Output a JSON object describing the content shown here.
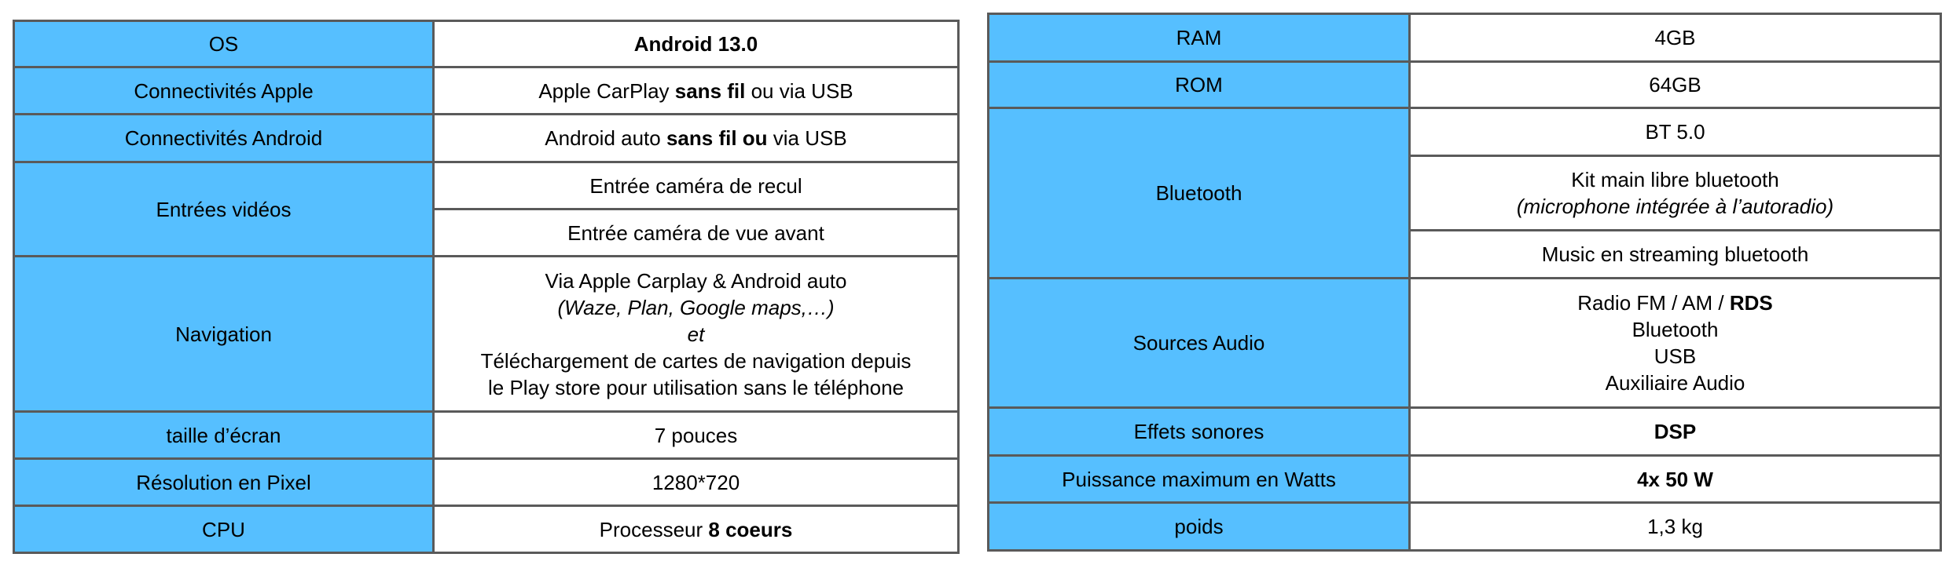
{
  "colors": {
    "label_bg": "#56bfff",
    "border": "#5a5a5a"
  },
  "left_table": [
    {
      "label": "OS",
      "cells": [
        [
          [
            {
              "t": "Android 13.0",
              "s": "b"
            }
          ]
        ]
      ]
    },
    {
      "label": "Connectivités Apple",
      "cells": [
        [
          [
            {
              "t": "Apple CarPlay "
            },
            {
              "t": "sans fil",
              "s": "b"
            },
            {
              "t": " ou via USB"
            }
          ]
        ]
      ]
    },
    {
      "label": "Connectivités Android",
      "cells": [
        [
          [
            {
              "t": "Android auto "
            },
            {
              "t": "sans fil ou",
              "s": "b"
            },
            {
              "t": " via USB"
            }
          ]
        ]
      ]
    },
    {
      "label": "Entrées vidéos",
      "cells": [
        [
          [
            {
              "t": "Entrée caméra de recul"
            }
          ]
        ],
        [
          [
            {
              "t": "Entrée caméra de vue avant"
            }
          ]
        ]
      ]
    },
    {
      "label": "Navigation",
      "cells": [
        [
          [
            {
              "t": "Via Apple Carplay & Android auto"
            }
          ],
          [
            {
              "t": "(Waze, Plan, Google maps,…)",
              "s": "i"
            }
          ],
          [
            {
              "t": "et",
              "s": "i"
            }
          ],
          [
            {
              "t": "Téléchargement de cartes de navigation depuis"
            }
          ],
          [
            {
              "t": "le Play store pour utilisation sans le téléphone"
            }
          ]
        ]
      ]
    },
    {
      "label": "taille d’écran",
      "cells": [
        [
          [
            {
              "t": "7 pouces"
            }
          ]
        ]
      ]
    },
    {
      "label": "Résolution en Pixel",
      "cells": [
        [
          [
            {
              "t": "1280*720"
            }
          ]
        ]
      ]
    },
    {
      "label": "CPU",
      "cells": [
        [
          [
            {
              "t": "Processeur "
            },
            {
              "t": "8 coeurs",
              "s": "b"
            }
          ]
        ]
      ]
    }
  ],
  "right_table": [
    {
      "label": "RAM",
      "cells": [
        [
          [
            {
              "t": "4GB"
            }
          ]
        ]
      ]
    },
    {
      "label": "ROM",
      "cells": [
        [
          [
            {
              "t": "64GB"
            }
          ]
        ]
      ]
    },
    {
      "label": "Bluetooth",
      "cells": [
        [
          [
            {
              "t": "BT 5.0"
            }
          ]
        ],
        [
          [
            {
              "t": "Kit main libre bluetooth"
            }
          ],
          [
            {
              "t": "(microphone intégrée à l’autoradio)",
              "s": "i"
            }
          ]
        ],
        [
          [
            {
              "t": "Music en streaming bluetooth"
            }
          ]
        ]
      ]
    },
    {
      "label": "Sources Audio",
      "cells": [
        [
          [
            {
              "t": "Radio FM / AM / "
            },
            {
              "t": "RDS",
              "s": "b"
            }
          ],
          [
            {
              "t": "Bluetooth"
            }
          ],
          [
            {
              "t": "USB"
            }
          ],
          [
            {
              "t": "Auxiliaire Audio"
            }
          ]
        ]
      ]
    },
    {
      "label": "Effets sonores",
      "cells": [
        [
          [
            {
              "t": "DSP",
              "s": "b"
            }
          ]
        ]
      ]
    },
    {
      "label": "Puissance maximum  en Watts",
      "cells": [
        [
          [
            {
              "t": "4x 50 W",
              "s": "b"
            }
          ]
        ]
      ]
    },
    {
      "label": "poids",
      "cells": [
        [
          [
            {
              "t": "1,3 kg"
            }
          ]
        ]
      ]
    }
  ]
}
